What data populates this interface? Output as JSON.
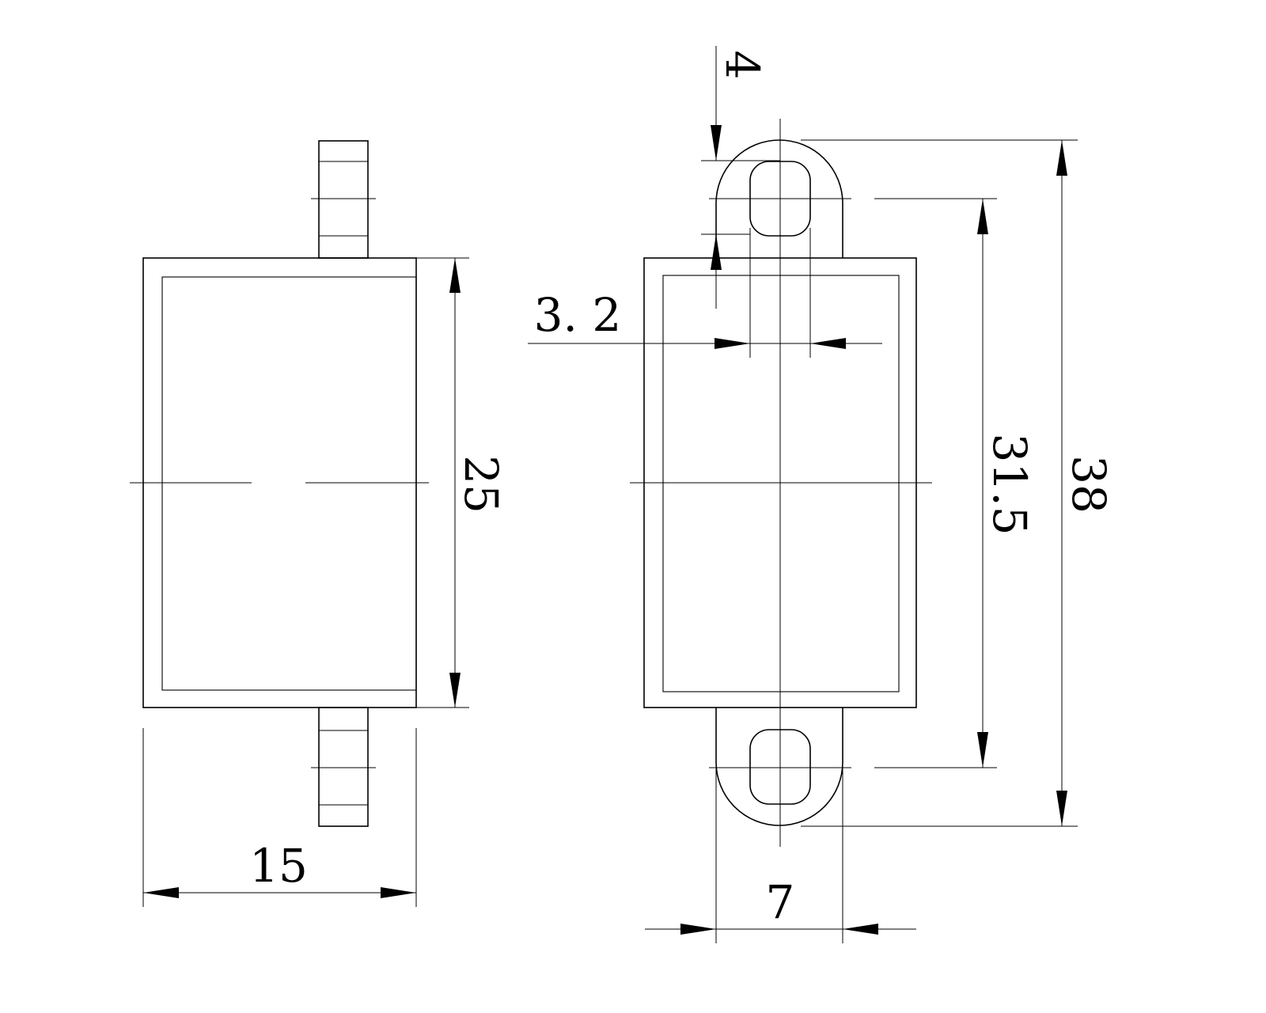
{
  "dimensions": {
    "side_width": "15",
    "side_height": "25",
    "hole_offset": "4",
    "slot_width": "3. 2",
    "hole_pitch": "31.5",
    "overall_length": "38",
    "tab_width": "7"
  }
}
